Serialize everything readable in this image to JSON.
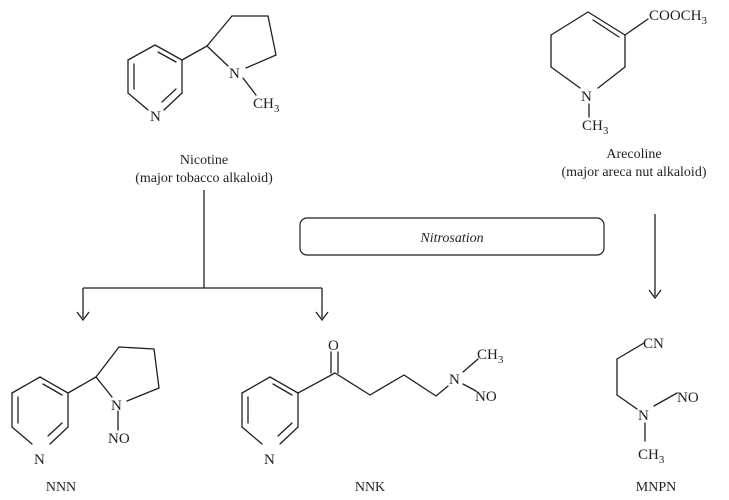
{
  "nicotine": {
    "name": "Nicotine",
    "description": "(major tobacco alkaloid)",
    "atom_n_pyridine": "N",
    "atom_n_pyrrolidine": "N",
    "methyl_c": "CH",
    "methyl_sub": "3"
  },
  "arecoline": {
    "name": "Arecoline",
    "description": "(major areca nut alkaloid)",
    "ester_group": "COOCH",
    "ester_sub": "3",
    "atom_n": "N",
    "methyl_c": "CH",
    "methyl_sub": "3"
  },
  "process": {
    "label": "Nitrosation"
  },
  "nnn": {
    "name": "NNN",
    "atom_n_pyridine": "N",
    "atom_n_pyrrolidine": "N",
    "nitroso": "NO"
  },
  "nnk": {
    "name": "NNK",
    "atom_n_pyridine": "N",
    "carbonyl_o": "O",
    "amine_n": "N",
    "methyl_c": "CH",
    "methyl_sub": "3",
    "nitroso": "NO"
  },
  "mnpn": {
    "name": "MNPN",
    "nitrile": "CN",
    "amine_n": "N",
    "nitroso": "NO",
    "methyl_c": "CH",
    "methyl_sub": "3"
  }
}
